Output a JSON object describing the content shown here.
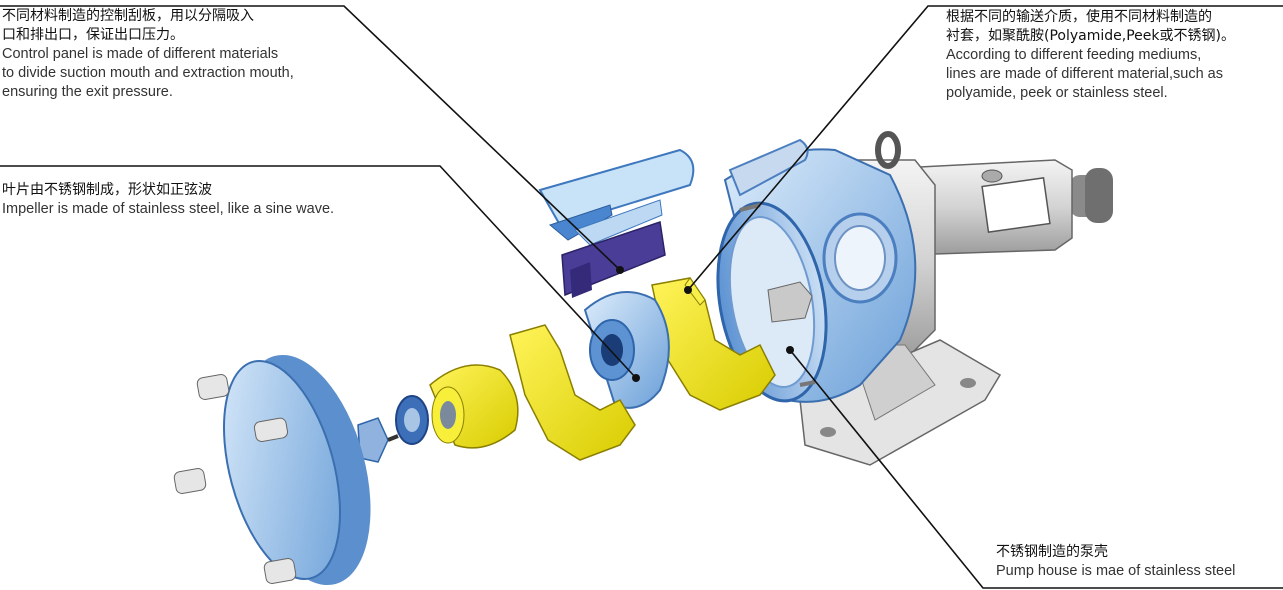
{
  "callouts": {
    "control_panel": {
      "zh": [
        "不同材料制造的控制刮板，用以分隔吸入",
        "口和排出口，保证出口压力。"
      ],
      "en": [
        "Control panel is made of different materials",
        "to divide suction mouth and extraction mouth,",
        "ensuring the exit pressure."
      ]
    },
    "impeller": {
      "zh": [
        "叶片由不锈钢制成，形状如正弦波"
      ],
      "en": [
        "Impeller is made of stainless steel, like a sine wave."
      ]
    },
    "lining": {
      "zh": [
        "根据不同的输送介质，使用不同材料制造的",
        "衬套，如聚酰胺(Polyamide,Peek或不锈钢)。"
      ],
      "en": [
        "According to different feeding mediums,",
        "lines are made of different material,such as",
        "polyamide, peek or stainless steel."
      ]
    },
    "pump_house": {
      "zh": [
        "不锈钢制造的泵壳"
      ],
      "en": [
        "Pump house is mae of stainless steel"
      ]
    }
  },
  "colors": {
    "steel_blue": "#9fc6ec",
    "steel_dark": "#4f86c8",
    "lining_yellow": "#f2ea1c",
    "scraper_purple": "#4a3d98",
    "leader_line": "#111111",
    "motor_grey": "#d9d9d9"
  }
}
